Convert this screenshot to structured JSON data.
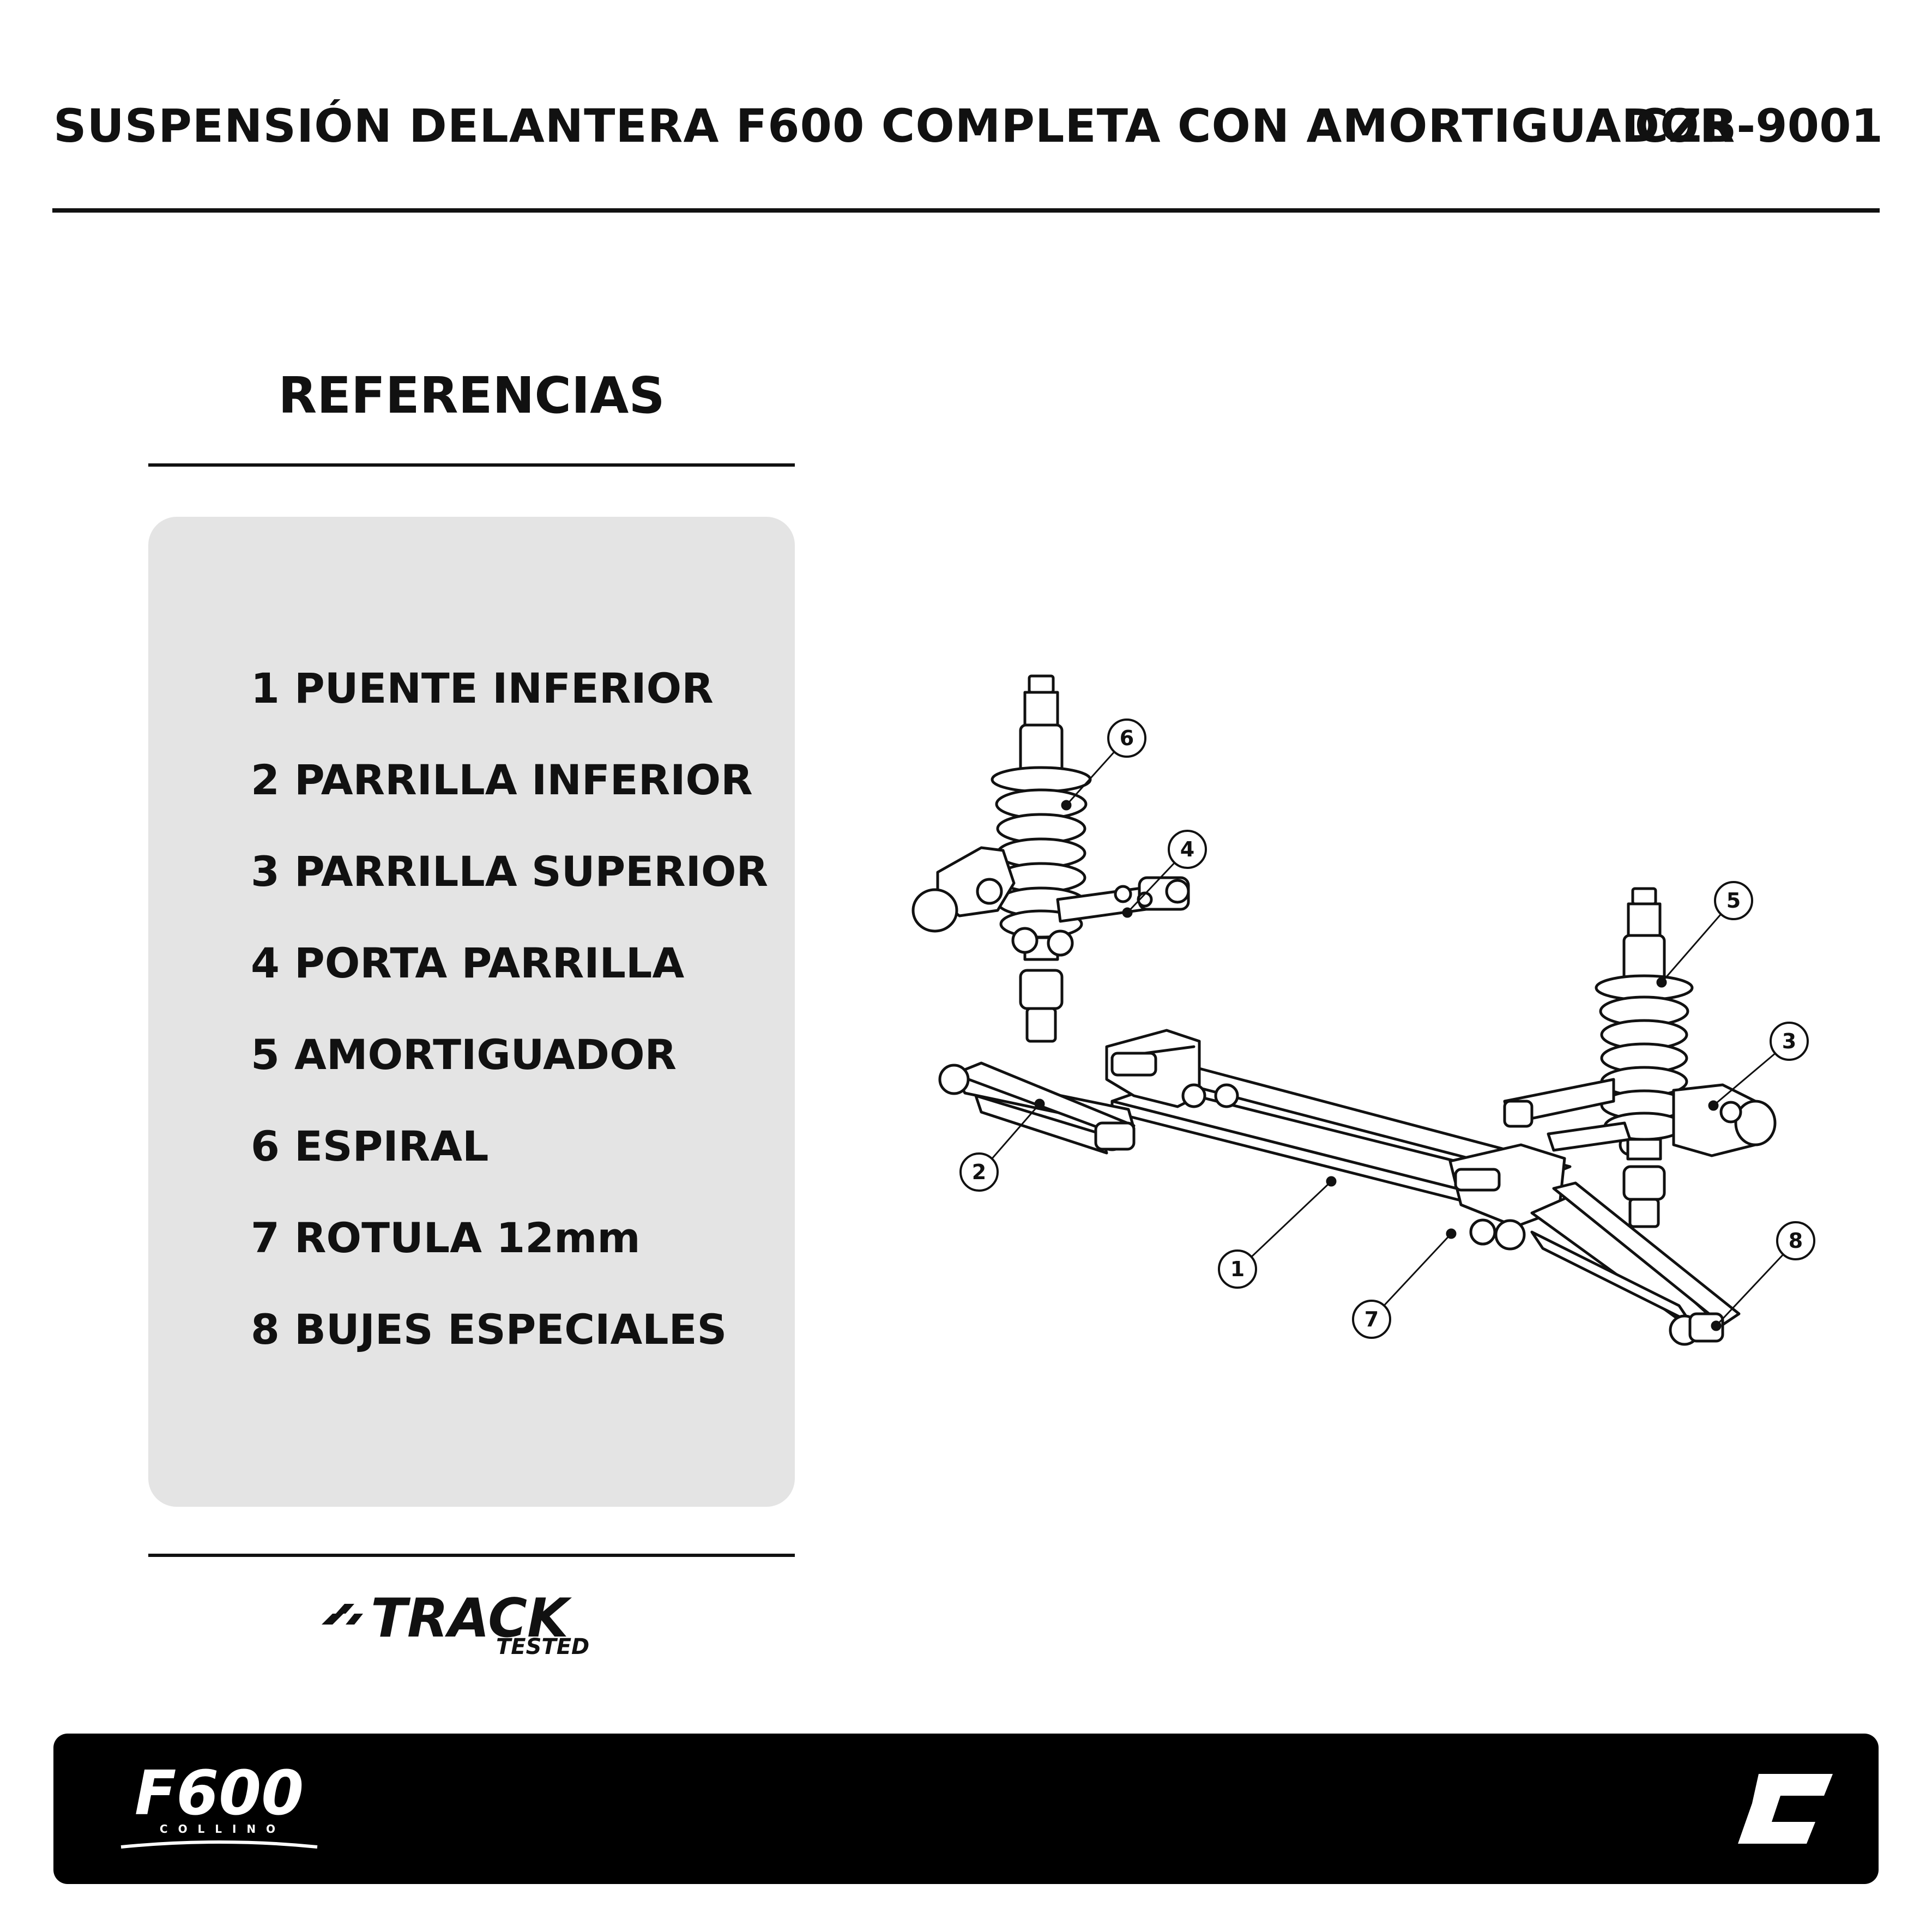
{
  "header": {
    "title": "SUSPENSIÓN DELANTERA F600 COMPLETA CON AMORTIGUADOR",
    "code": "CZB-9001"
  },
  "references": {
    "title": "REFERENCIAS",
    "items": [
      {
        "num": "1",
        "label": "PUENTE INFERIOR"
      },
      {
        "num": "2",
        "label": "PARRILLA INFERIOR"
      },
      {
        "num": "3",
        "label": "PARRILLA SUPERIOR"
      },
      {
        "num": "4",
        "label": "PORTA PARRILLA"
      },
      {
        "num": "5",
        "label": "AMORTIGUADOR"
      },
      {
        "num": "6",
        "label": "ESPIRAL"
      },
      {
        "num": "7",
        "label": "ROTULA 12mm"
      },
      {
        "num": "8",
        "label": "BUJES ESPECIALES"
      }
    ]
  },
  "badge": {
    "main": "TRACK",
    "sub": "TESTED"
  },
  "diagram": {
    "callouts": [
      "1",
      "2",
      "3",
      "4",
      "5",
      "6",
      "7",
      "8"
    ]
  },
  "footer": {
    "brand_logo": "F600",
    "brand_sub": "C O L L I N O",
    "right_logo_icon": "c-logo-icon"
  },
  "colors": {
    "panel": "#e4e4e4",
    "footer": "#000000",
    "ink": "#111111"
  }
}
